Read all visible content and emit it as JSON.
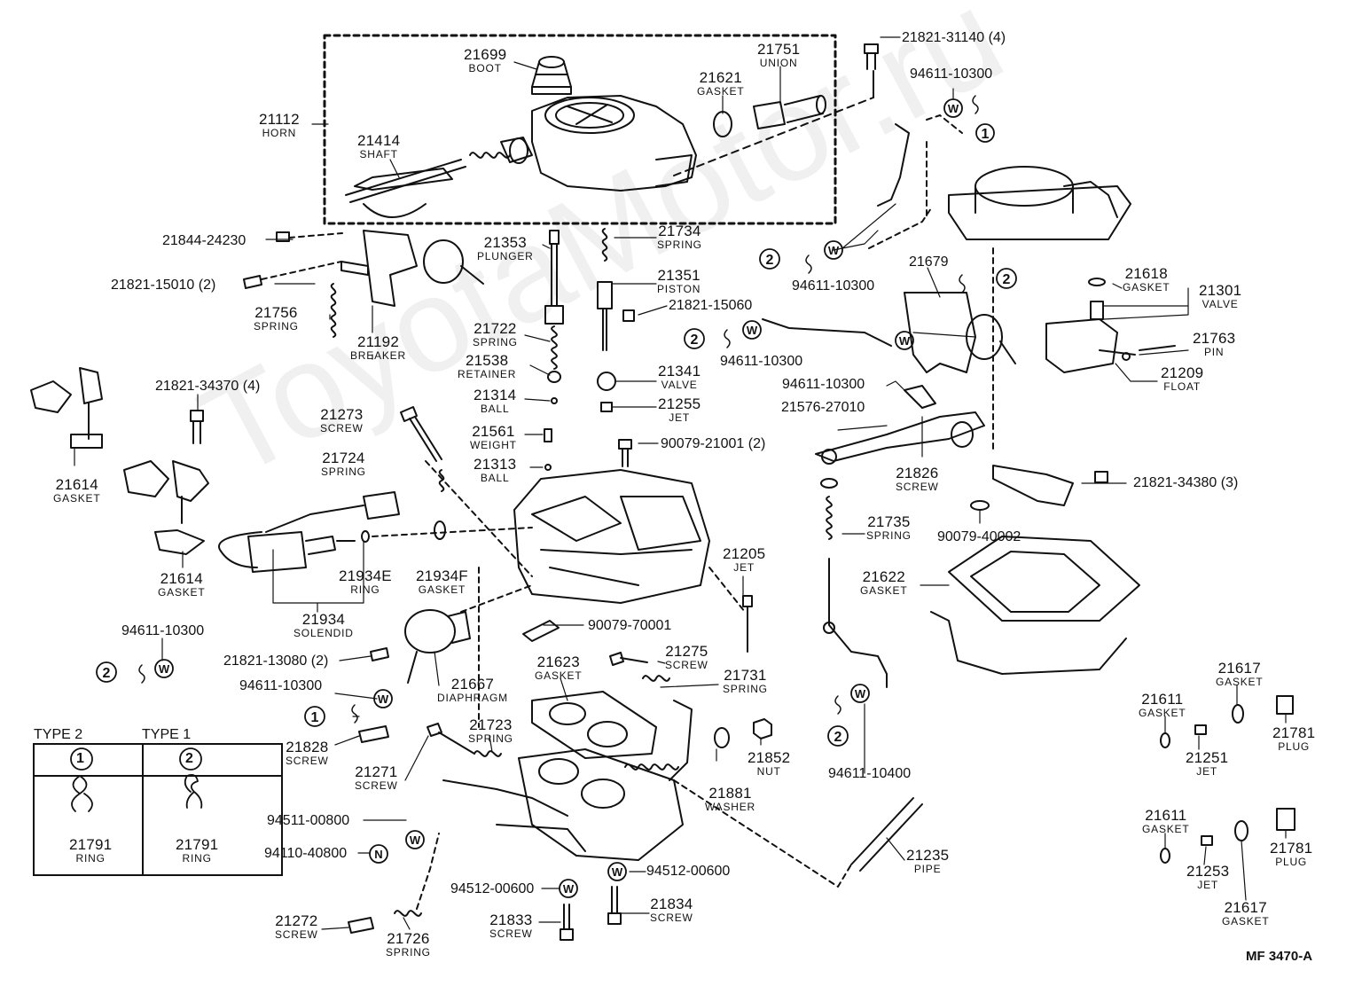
{
  "watermark": "ToyotaMotor.ru",
  "mf_code": "MF  3470-A",
  "type_table": {
    "type2_label": "TYPE 2",
    "type1_label": "TYPE 1",
    "type2_symbol": "1",
    "type1_symbol": "2",
    "type2_part": "21791",
    "type2_name": "RING",
    "type1_part": "21791",
    "type1_name": "RING"
  },
  "labels": [
    {
      "id": "l21699",
      "pn": "21699",
      "nm": "BOOT"
    },
    {
      "id": "l21751",
      "pn": "21751",
      "nm": "UNION"
    },
    {
      "id": "l21621",
      "pn": "21621",
      "nm": "GASKET"
    },
    {
      "id": "l21112",
      "pn": "21112",
      "nm": "HORN"
    },
    {
      "id": "l21414",
      "pn": "21414",
      "nm": "SHAFT"
    },
    {
      "id": "l21353",
      "pn": "21353",
      "nm": "PLUNGER"
    },
    {
      "id": "l21734",
      "pn": "21734",
      "nm": "SPRING"
    },
    {
      "id": "l21351",
      "pn": "21351",
      "nm": "PISTON"
    },
    {
      "id": "l21756",
      "pn": "21756",
      "nm": "SPRING"
    },
    {
      "id": "l21192",
      "pn": "21192",
      "nm": "BREAKER"
    },
    {
      "id": "l21722",
      "pn": "21722",
      "nm": "SPRING"
    },
    {
      "id": "l21538",
      "pn": "21538",
      "nm": "RETAINER"
    },
    {
      "id": "l21314",
      "pn": "21314",
      "nm": "BALL"
    },
    {
      "id": "l21341",
      "pn": "21341",
      "nm": "VALVE"
    },
    {
      "id": "l21255",
      "pn": "21255",
      "nm": "JET"
    },
    {
      "id": "l21561",
      "pn": "21561",
      "nm": "WEIGHT"
    },
    {
      "id": "l21313",
      "pn": "21313",
      "nm": "BALL"
    },
    {
      "id": "l21273",
      "pn": "21273",
      "nm": "SCREW"
    },
    {
      "id": "l21724",
      "pn": "21724",
      "nm": "SPRING"
    },
    {
      "id": "l21614a",
      "pn": "21614",
      "nm": "GASKET"
    },
    {
      "id": "l21614b",
      "pn": "21614",
      "nm": "GASKET"
    },
    {
      "id": "l21934e",
      "pn": "21934E",
      "nm": "RING"
    },
    {
      "id": "l21934f",
      "pn": "21934F",
      "nm": "GASKET"
    },
    {
      "id": "l21934",
      "pn": "21934",
      "nm": "SOLENDID"
    },
    {
      "id": "l21667",
      "pn": "21667",
      "nm": "DIAPHRAGM"
    },
    {
      "id": "l21623",
      "pn": "21623",
      "nm": "GASKET"
    },
    {
      "id": "l21275",
      "pn": "21275",
      "nm": "SCREW"
    },
    {
      "id": "l21731",
      "pn": "21731",
      "nm": "SPRING"
    },
    {
      "id": "l21205",
      "pn": "21205",
      "nm": "JET"
    },
    {
      "id": "l21828",
      "pn": "21828",
      "nm": "SCREW"
    },
    {
      "id": "l21723",
      "pn": "21723",
      "nm": "SPRING"
    },
    {
      "id": "l21271",
      "pn": "21271",
      "nm": "SCREW"
    },
    {
      "id": "l21852",
      "pn": "21852",
      "nm": "NUT"
    },
    {
      "id": "l21881",
      "pn": "21881",
      "nm": "WASHER"
    },
    {
      "id": "l21272",
      "pn": "21272",
      "nm": "SCREW"
    },
    {
      "id": "l21726",
      "pn": "21726",
      "nm": "SPRING"
    },
    {
      "id": "l21833",
      "pn": "21833",
      "nm": "SCREW"
    },
    {
      "id": "l21834",
      "pn": "21834",
      "nm": "SCREW"
    },
    {
      "id": "l21235",
      "pn": "21235",
      "nm": "PIPE"
    },
    {
      "id": "l21618",
      "pn": "21618",
      "nm": "GASKET"
    },
    {
      "id": "l21301",
      "pn": "21301",
      "nm": "VALVE"
    },
    {
      "id": "l21763",
      "pn": "21763",
      "nm": "PIN"
    },
    {
      "id": "l21209",
      "pn": "21209",
      "nm": "FLOAT"
    },
    {
      "id": "l21826",
      "pn": "21826",
      "nm": "SCREW"
    },
    {
      "id": "l21735",
      "pn": "21735",
      "nm": "SPRING"
    },
    {
      "id": "l21622",
      "pn": "21622",
      "nm": "GASKET"
    },
    {
      "id": "l21617a",
      "pn": "21617",
      "nm": "GASKET"
    },
    {
      "id": "l21611a",
      "pn": "21611",
      "nm": "GASKET"
    },
    {
      "id": "l21781a",
      "pn": "21781",
      "nm": "PLUG"
    },
    {
      "id": "l21251",
      "pn": "21251",
      "nm": "JET"
    },
    {
      "id": "l21611b",
      "pn": "21611",
      "nm": "GASKET"
    },
    {
      "id": "l21781b",
      "pn": "21781",
      "nm": "PLUG"
    },
    {
      "id": "l21253",
      "pn": "21253",
      "nm": "JET"
    },
    {
      "id": "l21617b",
      "pn": "21617",
      "nm": "GASKET"
    }
  ],
  "part_numbers": [
    {
      "id": "p1",
      "text": "21821-31140 (4)"
    },
    {
      "id": "p2",
      "text": "94611-10300"
    },
    {
      "id": "p3",
      "text": "21844-24230"
    },
    {
      "id": "p4",
      "text": "21821-15010 (2)"
    },
    {
      "id": "p5",
      "text": "94611-10300"
    },
    {
      "id": "p6",
      "text": "21679"
    },
    {
      "id": "p7",
      "text": "21821-15060"
    },
    {
      "id": "p8",
      "text": "94611-10300"
    },
    {
      "id": "p9",
      "text": "94611-10300"
    },
    {
      "id": "p10",
      "text": "21821-34370 (4)"
    },
    {
      "id": "p11",
      "text": "21576-27010"
    },
    {
      "id": "p12",
      "text": "90079-21001 (2)"
    },
    {
      "id": "p13",
      "text": "21821-34380 (3)"
    },
    {
      "id": "p14",
      "text": "90079-40002"
    },
    {
      "id": "p15",
      "text": "90079-70001"
    },
    {
      "id": "p16",
      "text": "94611-10300"
    },
    {
      "id": "p17",
      "text": "21821-13080 (2)"
    },
    {
      "id": "p18",
      "text": "94611-10300"
    },
    {
      "id": "p19",
      "text": "94611-10400"
    },
    {
      "id": "p20",
      "text": "94511-00800"
    },
    {
      "id": "p21",
      "text": "94110-40800"
    },
    {
      "id": "p22",
      "text": "94512-00600"
    },
    {
      "id": "p23",
      "text": "94512-00600"
    }
  ]
}
